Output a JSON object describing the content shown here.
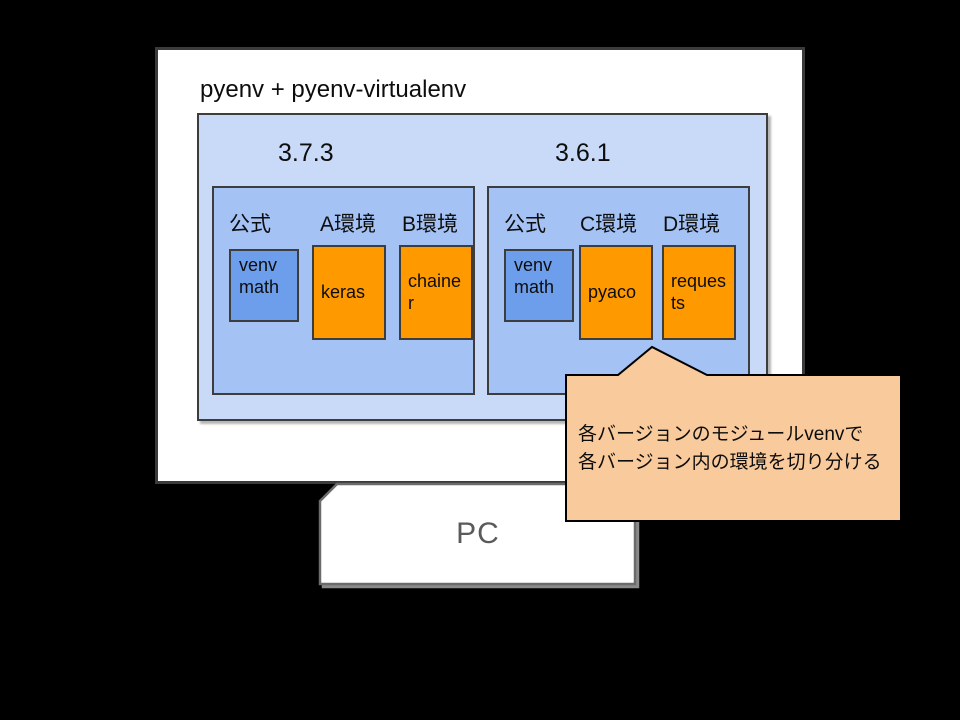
{
  "title": "pyenv + pyenv-virtualenv",
  "colors": {
    "background": "#000000",
    "container_fill": "#ffffff",
    "pyenv_box_fill": "#c9daf8",
    "version_box_fill": "#a4c2f4",
    "venv_module_fill": "#6d9eeb",
    "env_module_fill": "#ff9900",
    "callout_fill": "#f9cb9c",
    "border": "#3d3d3d"
  },
  "versions": [
    {
      "version": "3.7.3",
      "icon": "python-logo-icon",
      "groups": [
        {
          "label": "公式",
          "module": "venv math"
        },
        {
          "label": "A環境",
          "module": "keras"
        },
        {
          "label": "B環境",
          "module": "chainer"
        }
      ]
    },
    {
      "version": "3.6.1",
      "icon": "python-logo-icon",
      "groups": [
        {
          "label": "公式",
          "module": "venv math"
        },
        {
          "label": "C環境",
          "module": "pyaco"
        },
        {
          "label": "D環境",
          "module": "requests"
        }
      ]
    }
  ],
  "callout": {
    "line1": "各バージョンのモジュールvenvで",
    "line2": "各バージョン内の環境を切り分ける"
  },
  "pc": {
    "label": "PC"
  }
}
